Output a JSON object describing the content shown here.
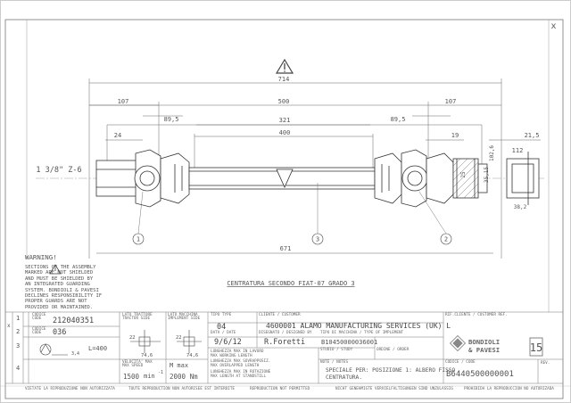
{
  "window": {
    "close_glyph": "x"
  },
  "dimensions": {
    "overall": "714",
    "span_500": "500",
    "left_107": "107",
    "right_107": "107",
    "left_89_5": "89,5",
    "right_89_5": "89,5",
    "mid_321": "321",
    "tube_400": "400",
    "left_24": "24",
    "right_19": "19",
    "right_21_5": "21,5",
    "d_112": "112",
    "d_38_2": "38,2",
    "d_102_6": "102,6",
    "d_35_15": "35,15",
    "d_25": "25",
    "closed": "671",
    "spline": "1 3/8\" Z-6"
  },
  "balloons": [
    "1",
    "3",
    "2"
  ],
  "title_line": "CENTRATURA SECONDO FIAT-07 GRADO 3",
  "warning": {
    "heading": "WARNING!",
    "lines": [
      "SECTIONS OF THE ASSEMBLY",
      "MARKED      ARE NOT SHIELDED",
      "AND MUST BE SHIELDED BY",
      "AN INTEGRATED GUARDING",
      "SYSTEM. BONDIOLI & PAVESI",
      "DECLINES RESPONSIBILITY IF",
      "PROPER GUARDS ARE NOT",
      "PROVIDED OR MAINTAINED."
    ]
  },
  "table": {
    "row_markers": [
      "x",
      "1",
      "2",
      "3",
      "4"
    ],
    "codice_label": "CODICE\nCODE",
    "code_1": "212040351",
    "code_2": "036",
    "length_label": "L=400",
    "dim_3_4": "3,4",
    "lato_trattore_label": "LATO TRATTORE\nTRACTOR SIDE",
    "lato_macchina_label": "LATO MACCHINA\nIMPLEMENT SIDE",
    "fork_22a": "22",
    "fork_74_6a": "74,6",
    "fork_22b": "22",
    "fork_74_6b": "74,6",
    "tipo_label": "TIPO TYPE",
    "tipo": "04",
    "data_label": "DATA / DATE",
    "data": "9/6/12",
    "cliente_label": "CLIENTE / CUSTOMER",
    "cliente": "4600001 ALAMO MANUFACTURING SERVICES (UK) L",
    "disegnato_label": "DISEGNATO / DESIGNED BY",
    "disegnato": "R.Foretti",
    "rif_label": "RIF.CLIENTE / CUSTOMER REF.",
    "tipo_macchina_label": "TIPO DI MACCHINA / TYPE OF IMPLEMENT",
    "tipo_macchina": "B10450000036001",
    "small_notes": [
      "LUNGHEZZA MAX IN LAVORO",
      "MAX WORKING LENGTH",
      "LUNGHEZZA MAX SOVRAPPOSIZ.",
      "MAX OVERLAPPED LENGTH",
      "LUNGHEZZA MAX IN ROTAZIONE",
      "MAX LENGTH AT STANDSTILL"
    ],
    "velocita_label": "VELOCITA' MAX\nMAX SPEED",
    "velocita": "1500",
    "velocita_unit": "min",
    "velocita_exp": "-1",
    "torque_label": "M max",
    "torque": "2000 Nm",
    "studio_label": "STUDIO / STUDY",
    "ordine_label": "ORDINE / ORDER",
    "note_label": "NOTE / NOTES",
    "note": "SPECIALE PER: POSIZIONE 1: ALBERO FISSO",
    "note2": "CENTRATURA.",
    "codice2_label": "CODICE / CODE",
    "codice2": "B6440500000001",
    "rev_label": "REV.",
    "brand": "BONDIOLI\n& PAVESI",
    "brand_line1": "BONDIOLI",
    "brand_line2": "& PAVESI"
  },
  "footer": [
    "VIETATE LA RIPRODUZIONE NON AUTORIZZATA",
    "TOUTE REPRODUCTION NON AUTORISEE EST INTERDITE",
    "REPRODUCTION NOT PERMITTED",
    "NICHT GENEHMIGTE VERVIELFALTIGUNGEN SIND UNZULASSIG",
    "PROHIBIDA LA REPRODUCCION NO AUTORIZADA"
  ]
}
